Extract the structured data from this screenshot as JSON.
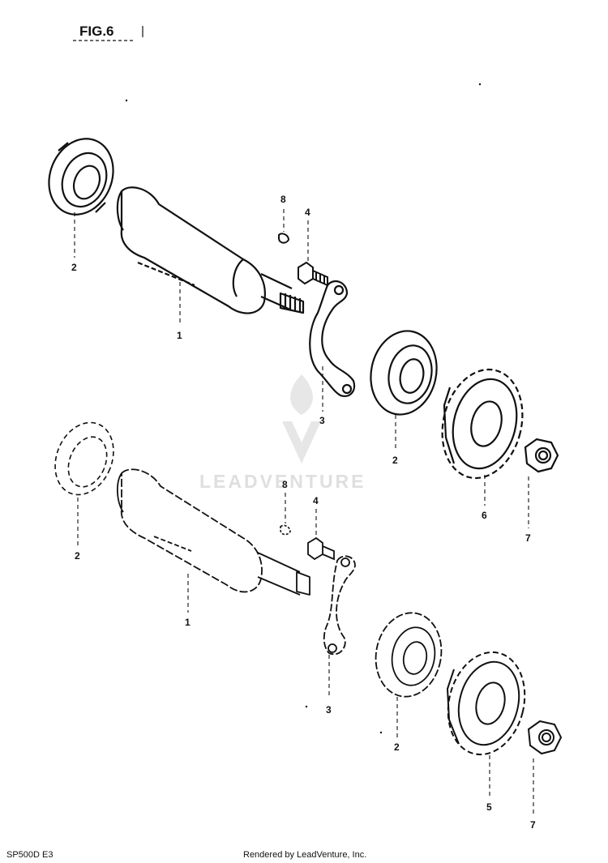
{
  "figure_label": "FIG.6",
  "model_code": "SP500D  E3",
  "footer_text": "Rendered by LeadVenture, Inc.",
  "watermark_text": "LEADVENTURE",
  "callouts_upper": [
    "2",
    "1",
    "8",
    "4",
    "3",
    "2",
    "6",
    "7"
  ],
  "callouts_lower": [
    "2",
    "1",
    "8",
    "4",
    "3",
    "2",
    "5",
    "7"
  ],
  "colors": {
    "line": "#111111",
    "watermark": "#dcdcdc"
  }
}
